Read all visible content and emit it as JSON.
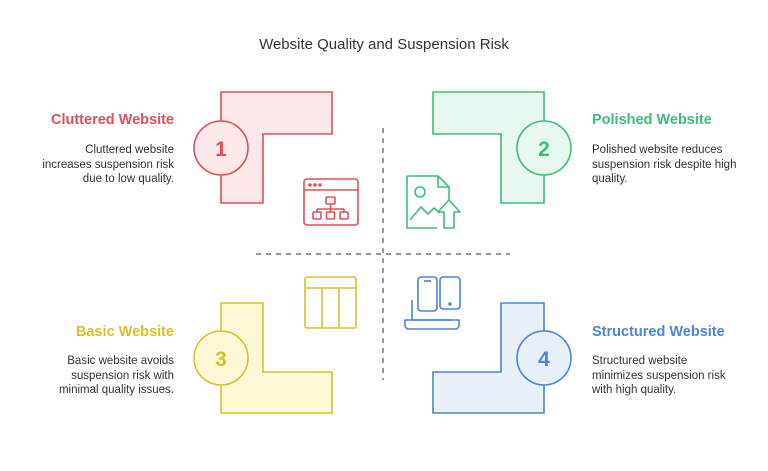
{
  "title": "Website Quality and Suspension Risk",
  "quadrants": [
    {
      "number": "1",
      "title": "Cluttered Website",
      "description": "Cluttered website increases suspension risk due to low quality.",
      "color": "#e34f55",
      "fill": "#fde9ea",
      "icon": "website-sitemap-icon"
    },
    {
      "number": "2",
      "title": "Polished Website",
      "description": "Polished website reduces suspension risk despite high quality.",
      "color": "#3ebd79",
      "fill": "#e7f8ee",
      "icon": "image-upload-icon"
    },
    {
      "number": "3",
      "title": "Basic Website",
      "description": "Basic website avoids suspension risk with minimal quality issues.",
      "color": "#d9c12a",
      "fill": "#fcf7d4",
      "icon": "layout-columns-icon"
    },
    {
      "number": "4",
      "title": "Structured Website",
      "description": "Structured website minimizes suspension risk with high quality.",
      "color": "#4a84dd",
      "fill": "#e8f0fb",
      "icon": "responsive-devices-icon"
    }
  ]
}
